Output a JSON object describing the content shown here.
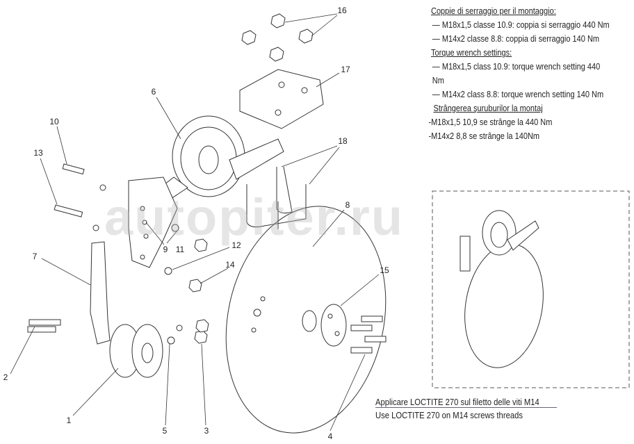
{
  "notes": {
    "heading_it": "Coppie di serraggio per il montaggio:",
    "it_1": "— M18x1,5 classe 10.9: coppia si serraggio 440 Nm",
    "it_2": "— M14x2 classe 8.8: coppia di serraggio 140 Nm",
    "heading_en": "Torque wrench settings:",
    "en_1": "— M18x1,5 class 10.9: torque wrench setting 440 Nm",
    "en_2": "— M14x2 class 8.8: torque wrench setting 140 Nm",
    "heading_ro": "Strângerea şuruburilor la montaj",
    "ro_1": "-M18x1,5 10,9 se strânge la 440 Nm",
    "ro_2": "-M14x2 8,8 se strânge la 140Nm"
  },
  "loctite": {
    "it": "Applicare LOCTITE 270 sul filetto delle viti M14",
    "en": "Use LOCTITE 270 on M14 screws threads"
  },
  "watermark": "autopiter.ru",
  "callouts": [
    "1",
    "2",
    "3",
    "4",
    "5",
    "6",
    "7",
    "8",
    "9",
    "10",
    "11",
    "12",
    "13",
    "14",
    "15",
    "16",
    "17",
    "18"
  ]
}
